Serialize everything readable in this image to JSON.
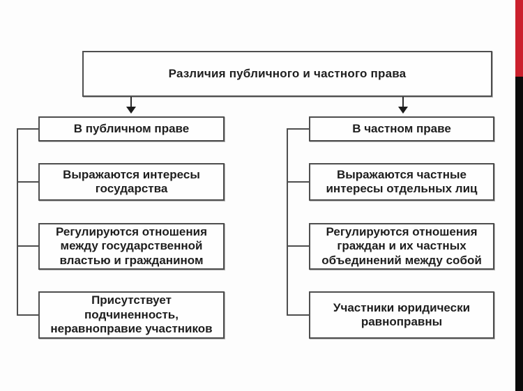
{
  "diagram": {
    "title": "Различия публичного и частного права",
    "columns": [
      {
        "header": "В публичном праве",
        "items": [
          "Выражаются интересы государства",
          "Регулируются отношения между государственной властью и гражданином",
          "Присутствует подчиненность, неравноправие участников"
        ]
      },
      {
        "header": "В частном праве",
        "items": [
          "Выражаются частные интересы отдельных лиц",
          "Регулируются отношения граждан и их частных объединений между собой",
          "Участники юридически равноправны"
        ]
      }
    ]
  },
  "colors": {
    "background": "#fdfdfd",
    "box_border": "#4e4e4e",
    "text": "#1e1e1e",
    "accent_red_bar": "#cb212e",
    "accent_black_bar": "#0b0b0b"
  }
}
